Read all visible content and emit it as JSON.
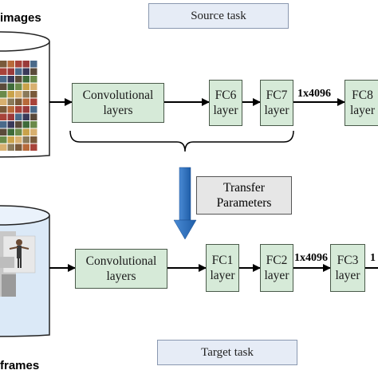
{
  "top_label": "images",
  "bottom_label": "frames",
  "source_task": "Source task",
  "target_task": "Target task",
  "transfer": {
    "line1": "Transfer",
    "line2": "Parameters"
  },
  "source_layers": [
    {
      "line1": "Convolutional",
      "line2": "layers"
    },
    {
      "line1": "FC6",
      "line2": "layer"
    },
    {
      "line1": "FC7",
      "line2": "layer"
    },
    {
      "line1": "FC8",
      "line2": "layer"
    }
  ],
  "target_layers": [
    {
      "line1": "Convolutional",
      "line2": "layers"
    },
    {
      "line1": "FC1",
      "line2": "layer"
    },
    {
      "line1": "FC2",
      "line2": "layer"
    },
    {
      "line1": "FC3",
      "line2": "layer"
    }
  ],
  "source_dim": "1x4096",
  "target_dim": "1x4096",
  "target_trunc": "1",
  "colors": {
    "layer_fill": "#d6ead8",
    "task_fill": "#e6ecf6",
    "cylinder_top": "#ffffff",
    "cylinder_bottom": "#dbe9f7",
    "arrow_blue": "#2e6db4"
  }
}
